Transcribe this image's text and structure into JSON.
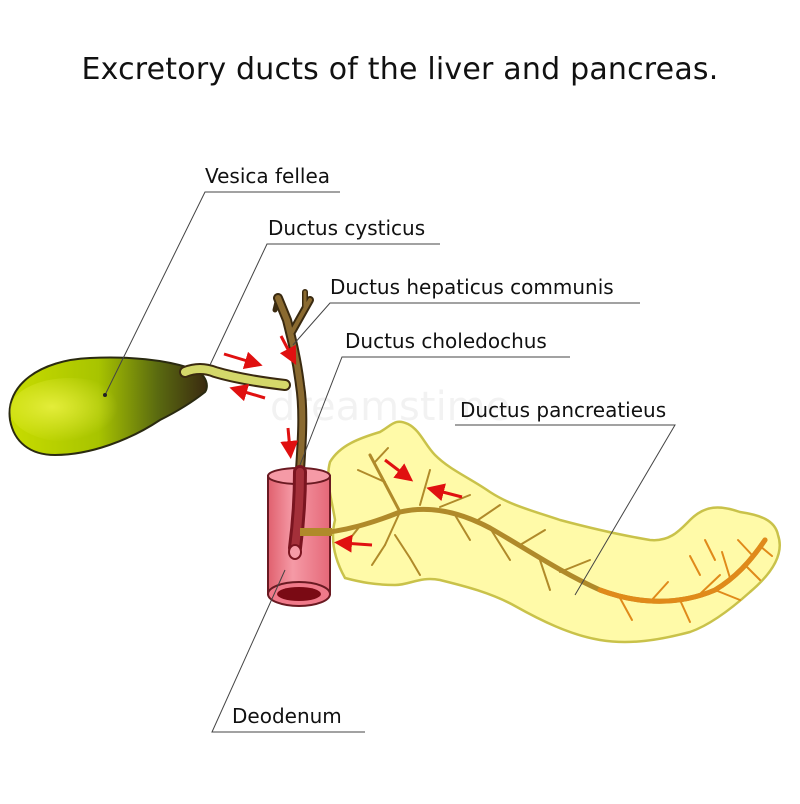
{
  "title": "Excretory ducts of the liver and pancreas.",
  "labels": {
    "vesica_fellea": "Vesica fellea",
    "ductus_cysticus": "Ductus cysticus",
    "ductus_hepaticus_communis": "Ductus hepaticus communis",
    "ductus_choledochus": "Ductus choledochus",
    "ductus_pancreatieus": "Ductus pancreatieus",
    "deodenum": "Deodenum"
  },
  "watermark": "dreamstime",
  "colors": {
    "gallbladder_light": "#d4e400",
    "gallbladder_dark": "#3a2a10",
    "bile_duct": "#6b4a1e",
    "pancreas_fill": "#fffaa8",
    "pancreas_outline": "#c9c24a",
    "pancreatic_duct": "#b08a2a",
    "pancreatic_duct_tail": "#e08a1a",
    "duodenum": "#f07a8a",
    "arrow": "#e01010",
    "leader_line": "#444444"
  }
}
